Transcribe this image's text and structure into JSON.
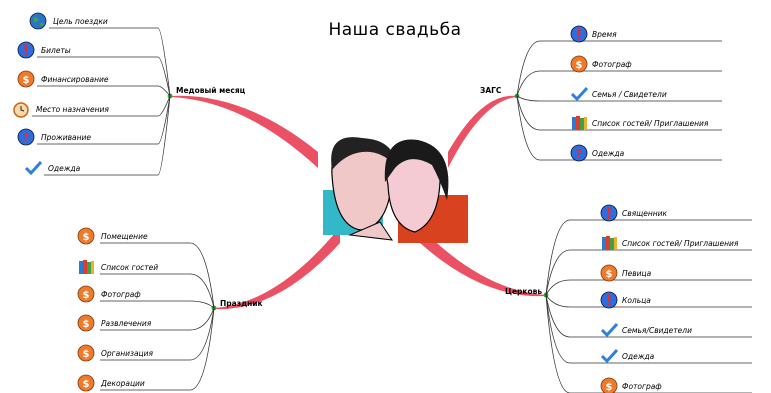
{
  "title": "Наша свадьба",
  "branches": [
    {
      "label": "Медовый месяц",
      "items": [
        {
          "icon": "globe-icon",
          "label": "Цель поездки"
        },
        {
          "icon": "exclamation-icon",
          "label": "Билеты"
        },
        {
          "icon": "dollar-icon",
          "label": "Финансирование"
        },
        {
          "icon": "alarm-clock-icon",
          "label": "Место назначения"
        },
        {
          "icon": "question-icon",
          "label": "Проживание"
        },
        {
          "icon": "checkmark-icon",
          "label": "Одежда"
        }
      ]
    },
    {
      "label": "ЗАГС",
      "items": [
        {
          "icon": "exclamation-icon",
          "label": "Время"
        },
        {
          "icon": "dollar-icon",
          "label": "Фотограф"
        },
        {
          "icon": "checkmark-icon",
          "label": "Семья / Свидетели"
        },
        {
          "icon": "books-icon",
          "label": "Список гостей/ Приглашения"
        },
        {
          "icon": "question-icon",
          "label": "Одежда"
        }
      ]
    },
    {
      "label": "Праздник",
      "items": [
        {
          "icon": "dollar-icon",
          "label": "Помещение"
        },
        {
          "icon": "books-icon",
          "label": "Список гостей"
        },
        {
          "icon": "dollar-icon",
          "label": "Фотограф"
        },
        {
          "icon": "dollar-icon",
          "label": "Развлечения"
        },
        {
          "icon": "dollar-icon",
          "label": "Организация"
        },
        {
          "icon": "dollar-icon",
          "label": "Декорации"
        }
      ]
    },
    {
      "label": "Церковь",
      "items": [
        {
          "icon": "exclamation-icon",
          "label": "Священник"
        },
        {
          "icon": "books-icon",
          "label": "Список гостей/ Приглашения"
        },
        {
          "icon": "dollar-icon",
          "label": "Певица"
        },
        {
          "icon": "exclamation-icon",
          "label": "Кольца"
        },
        {
          "icon": "checkmark-icon",
          "label": "Семья/Свидетели"
        },
        {
          "icon": "checkmark-icon",
          "label": "Одежда"
        },
        {
          "icon": "dollar-icon",
          "label": "Фотограф"
        }
      ]
    }
  ],
  "center_image": "couple-illustration"
}
